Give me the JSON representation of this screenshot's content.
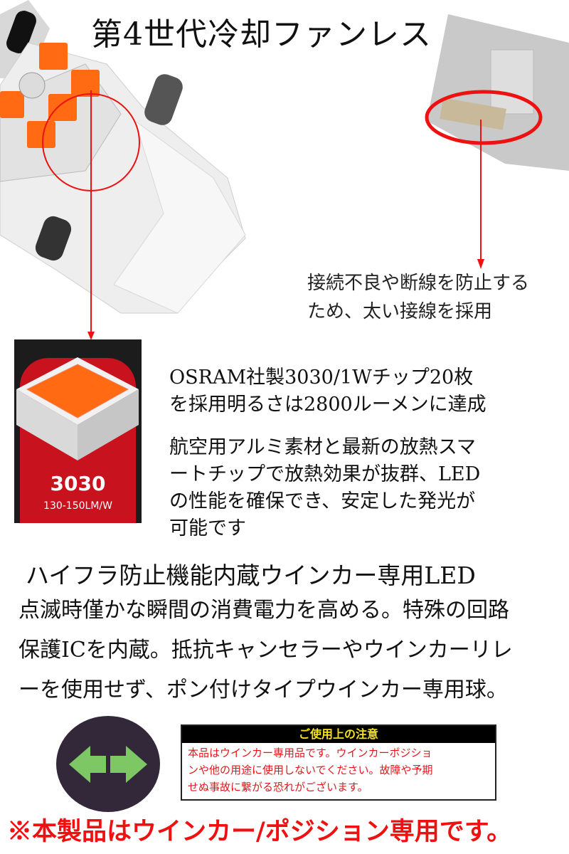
{
  "title": "第4世代冷却ファンレス",
  "callouts": {
    "wire": [
      "接続不良や断線を防止する",
      "ため、太い接線を採用"
    ]
  },
  "chip_card": {
    "model": "3030",
    "efficiency": "130-150LM/W",
    "colors": {
      "card_bg": "#1c1c1c",
      "red": "#c8121e",
      "led_orange": "#ff6a13"
    }
  },
  "osram": [
    "OSRAM社製3030/1Wチップ20枚",
    "を採用明るさは2800ルーメンに達成"
  ],
  "aluminum": [
    "航空用アルミ素材と最新の放熱スマ",
    "ートチップで放熱効果が抜群、LED",
    "の性能を確保でき、安定した発光が",
    "可能です"
  ],
  "hyper_flash": {
    "heading": "ハイフラ防止機能内蔵ウインカー専用LED",
    "lines": [
      "点滅時僅かな瞬間の消費電力を高める。特殊の回路",
      "保護ICを内蔵。抵抗キャンセラーやウインカーリレ",
      "ーを使用せず、ポン付けタイプウインカー専用球。"
    ]
  },
  "turn_icon": {
    "name": "turn-signal-arrows",
    "bg": "#33283a",
    "arrow_color": "#7ec765"
  },
  "caution": {
    "header": "ご使用上の注意",
    "lines": [
      "本品はウインカー専用品です。ウインカーポジショ",
      "ンや他の用途に使用しないでください。故障や予期",
      "せぬ事故に繋がる恐れがございます。"
    ]
  },
  "footer_note": "※本製品はウインカー/ポジション専用です。"
}
